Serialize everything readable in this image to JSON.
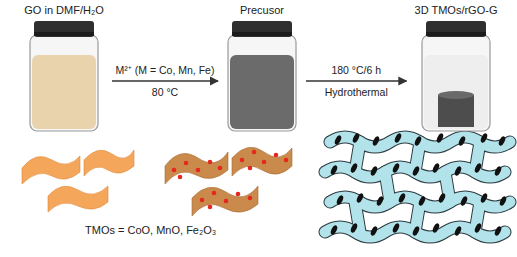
{
  "diagram": {
    "nodes": [
      {
        "text": [
          "GO in DMF/H₂O"
        ]
      },
      {
        "text": [
          "Precusor"
        ]
      },
      {
        "text": [
          "3D TMOs/rGO-G"
        ]
      }
    ],
    "edges": [
      {
        "from": 0,
        "to": 1,
        "arrow": "to",
        "label": "M²⁺ (M = Co, Mn, Fe)"
      },
      {
        "from": 1,
        "to": 2,
        "arrow": "to",
        "label": "180 °C/6 h"
      }
    ],
    "labels": [
      "80 °C",
      "Hydrothermal",
      "TMOs = CoO, MnO, Fe₂O₃"
    ]
  }
}
